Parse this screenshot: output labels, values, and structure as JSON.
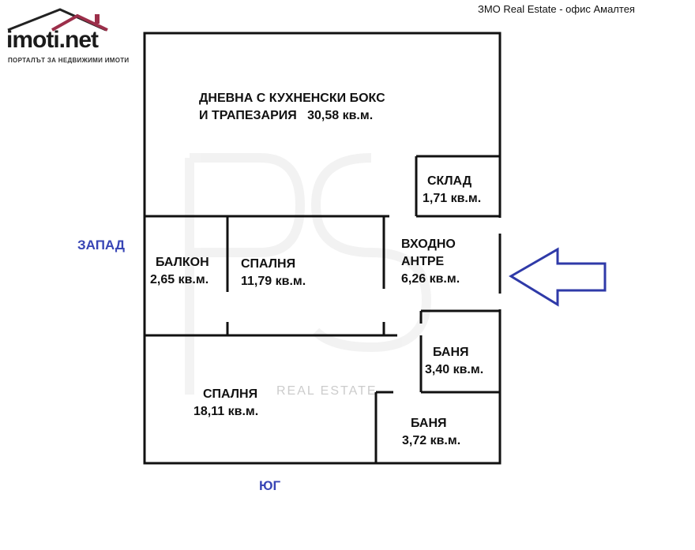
{
  "logo": {
    "brand_imoti": "imoti",
    "brand_net": ".net",
    "tagline": "ПОРТАЛЪТ ЗА НЕДВИЖИМИ ИМОТИ"
  },
  "agency": "ЗМО Real Estate - офис Амалтея",
  "rooms": {
    "living": {
      "line1": "ДНЕВНА С КУХНЕНСКИ БОКС",
      "line2": "И ТРАПЕЗАРИЯ   30,58 кв.м."
    },
    "storage": {
      "name": "СКЛАД",
      "area": "1,71 кв.м."
    },
    "balcony": {
      "name": "БАЛКОН",
      "area": "2,65 кв.м."
    },
    "bedroom1": {
      "name": "СПАЛНЯ",
      "area": "11,79 кв.м."
    },
    "entrance": {
      "line1": "ВХОДНО",
      "line2": "АНТРЕ",
      "area": "6,26 кв.м."
    },
    "bath1": {
      "name": "БАНЯ",
      "area": "3,40 кв.м."
    },
    "bedroom2": {
      "name": "СПАЛНЯ",
      "area": "18,11 кв.м."
    },
    "bath2": {
      "name": "БАНЯ",
      "area": "3,72 кв.м."
    }
  },
  "directions": {
    "west": "ЗАПАД",
    "south": "ЮГ"
  },
  "watermark": "REAL ESTATE",
  "colors": {
    "wall": "#111111",
    "direction_text": "#3845b5",
    "arrow": "#2f3aa8",
    "logo_roof": "#9c2f4a"
  }
}
